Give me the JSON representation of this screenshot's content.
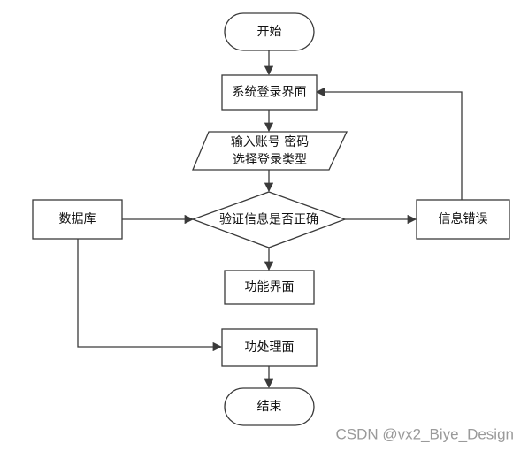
{
  "diagram": {
    "start": "开始",
    "login_page": "系统登录界面",
    "input_line1": "输入账号 密码",
    "input_line2": "选择登录类型",
    "verify": "验证信息是否正确",
    "database": "数据库",
    "error": "信息错误",
    "function_page": "功能界面",
    "process_page": "功处理面",
    "end": "结束"
  },
  "watermark": "CSDN @vx2_Biye_Design"
}
